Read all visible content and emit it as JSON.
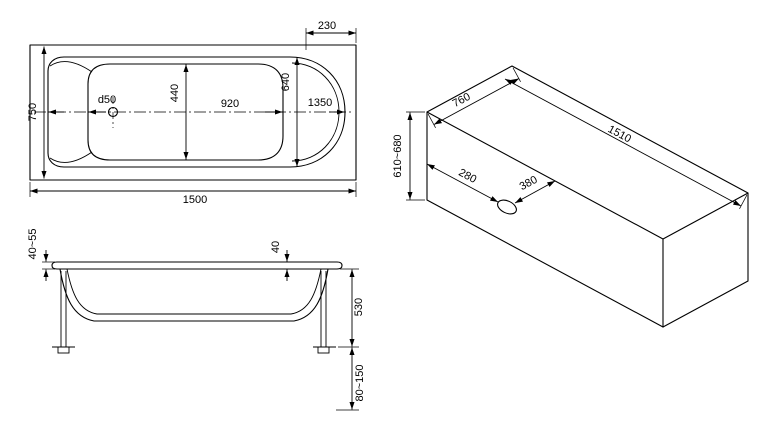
{
  "top_view": {
    "overall_length": "1500",
    "overall_width": "750",
    "end_width": "230",
    "rim_inner_width": "640",
    "basin_width": "440",
    "basin_length": "920",
    "rim_inner_length": "1350",
    "drain": "d50"
  },
  "front_view": {
    "rim_thickness": "40~55",
    "ledge": "40",
    "height": "530",
    "legs": "80~150"
  },
  "iso_view": {
    "width": "760",
    "length": "1510",
    "height": "610~680",
    "drain_from_side": "280",
    "drain_from_end": "380"
  },
  "colors": {
    "line": "#000000",
    "background": "#ffffff"
  }
}
